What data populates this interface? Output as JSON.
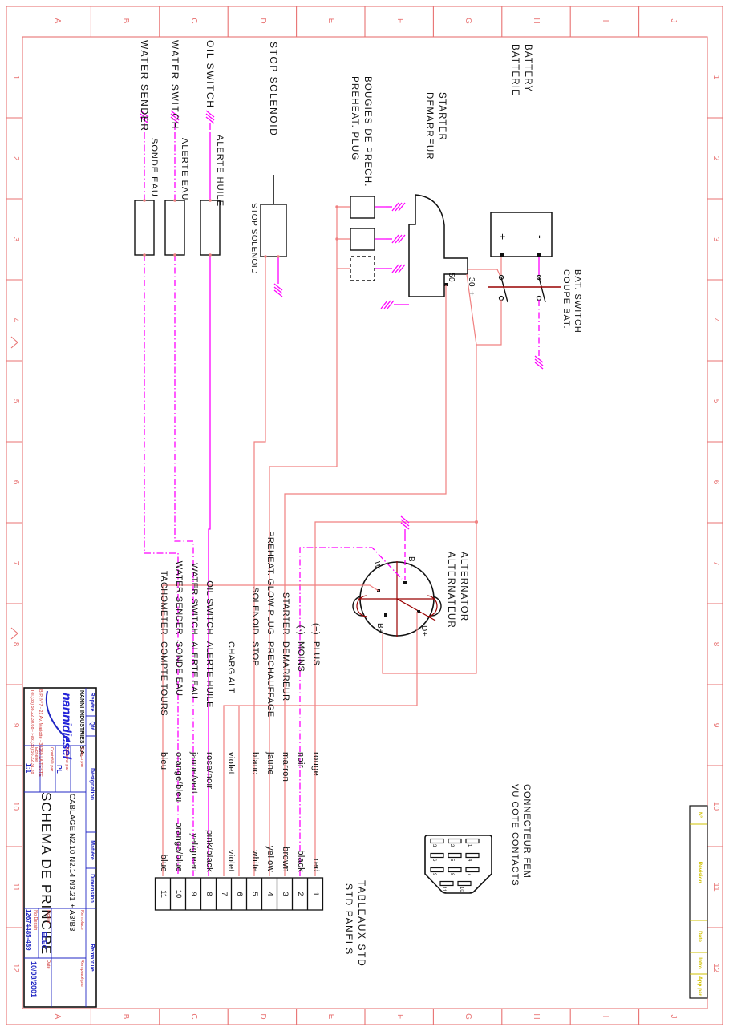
{
  "drawing": {
    "zones": {
      "letters": [
        "A",
        "B",
        "C",
        "D",
        "E",
        "F",
        "G",
        "H",
        "I",
        "J"
      ],
      "numbers": [
        "1",
        "2",
        "3",
        "4",
        "5",
        "6",
        "7",
        "8",
        "9",
        "10",
        "11",
        "12"
      ]
    },
    "devices": {
      "water_sender": {
        "en": "WATER SENDER",
        "fr": "SONDE EAU"
      },
      "water_switch": {
        "en": "WATER SWITCH",
        "fr": "ALERTE EAU"
      },
      "oil_switch": {
        "en": "OIL SWITCH",
        "fr": "ALERTE HUILE"
      },
      "stop_solenoid": {
        "en": "STOP SOLENOID",
        "box_label": "STOP SOLENOID"
      },
      "preheat": {
        "fr": "BOUGIES DE PRECH.",
        "en": "PREHEAT. PLUG"
      },
      "starter": {
        "en": "STARTER",
        "fr": "DEMARREUR",
        "terminal_50": "50",
        "terminal_30": "30",
        "plus": "+"
      },
      "battery": {
        "en": "BATTERY",
        "fr": "BATTERIE",
        "plus": "+",
        "minus": "-"
      },
      "bat_switch": {
        "en": "BAT. SWITCH",
        "fr": "COUPE BAT."
      },
      "alternator": {
        "en": "ALTERNATOR",
        "fr": "ALTERNATEUR",
        "term_bminus": "B -",
        "term_w": "W",
        "term_bplus": "B+",
        "term_dplus": "D+"
      }
    },
    "connector_table": {
      "title_line1": "TABLEAUX STD",
      "title_line2": "STD PANELS",
      "rows": [
        {
          "pin": "1",
          "en": "(+)",
          "fr": "PLUS",
          "color_fr": "rouge",
          "color_en": "red"
        },
        {
          "pin": "2",
          "en": "(-)",
          "fr": "MOINS",
          "color_fr": "noir",
          "color_en": "black"
        },
        {
          "pin": "3",
          "en": "STARTER",
          "fr": "DEMARREUR",
          "color_fr": "marron",
          "color_en": "brown"
        },
        {
          "pin": "4",
          "en": "PREHEAT. GLOW PLUG",
          "fr": "PRECHAUFFAGE",
          "color_fr": "jaune",
          "color_en": "yellow"
        },
        {
          "pin": "5",
          "en": "SOLENOID",
          "fr": "STOP",
          "color_fr": "blanc",
          "color_en": "white"
        },
        {
          "pin": "6",
          "en": "",
          "fr": "",
          "color_fr": "",
          "color_en": ""
        },
        {
          "pin": "7",
          "en": "",
          "fr": "CHARG ALT",
          "color_fr": "violet",
          "color_en": "violet"
        },
        {
          "pin": "8",
          "en": "OIL SWITCH",
          "fr": "ALERTE HUILE",
          "color_fr": "rose/noir",
          "color_en": "pink/black"
        },
        {
          "pin": "9",
          "en": "WATER SWITCH",
          "fr": "ALERTE EAU",
          "color_fr": "jaune/vert",
          "color_en": "yel/green"
        },
        {
          "pin": "10",
          "en": "WATER SENDER",
          "fr": "SONDE EAU",
          "color_fr": "orange/bleu",
          "color_en": "orange/blue"
        },
        {
          "pin": "11",
          "en": "TACHOMETER",
          "fr": "COMPTE TOURS",
          "color_fr": "bleu",
          "color_en": "blue"
        }
      ]
    },
    "connector_fem": {
      "title": "CONNECTEUR FEM",
      "subtitle": "VU COTE CONTACTS",
      "pins": [
        "1",
        "2",
        "3",
        "4",
        "5",
        "6",
        "7",
        "8",
        "9",
        "10",
        "11"
      ]
    },
    "title_block": {
      "header_cells": [
        "Repère",
        "Qté",
        "Désignation",
        "Matière",
        "Dimension",
        "Remarque"
      ],
      "company": "NANNI INDUSTRIES S.A.",
      "logo": "nannidiesel",
      "address1": "B.P. N°7 - 21 Av. Mariotte - 33260 LA TESTE",
      "address2": "Tél.(33) 56.22.30.68 - Fax.(33) 56.22.31.28",
      "concu": "Conçu par",
      "dessine": "Dessiné par",
      "dessine_val": "PL",
      "controle": "Contrôlé par",
      "echelle": "Echelle",
      "echelle_val": "1:1",
      "fichier": "Fichier",
      "fichier_val": "ELEC",
      "no_dessin": "No Dessin",
      "no_dessin_val": "12674485-489",
      "date": "Date",
      "date_val": "10/08/2001",
      "remplace": "Remplace",
      "remplace_par": "Remplacé par",
      "designation_line1": "CABLAGE N2.10 N2.14 N3.21 + A3/B3",
      "designation_line2": "SCHEMA DE PRINCIPE"
    },
    "revision_strip": {
      "cells": [
        "N°",
        "Révision",
        "Date",
        "Intro",
        "App par"
      ]
    },
    "colors": {
      "wire": "#f08080",
      "magenta": "#ff00ff",
      "dark_red": "#990000",
      "frame": "#e87272",
      "block_blue": "#2227c4",
      "label_red": "#cf3535",
      "rev_yellow": "#cfc000"
    }
  }
}
